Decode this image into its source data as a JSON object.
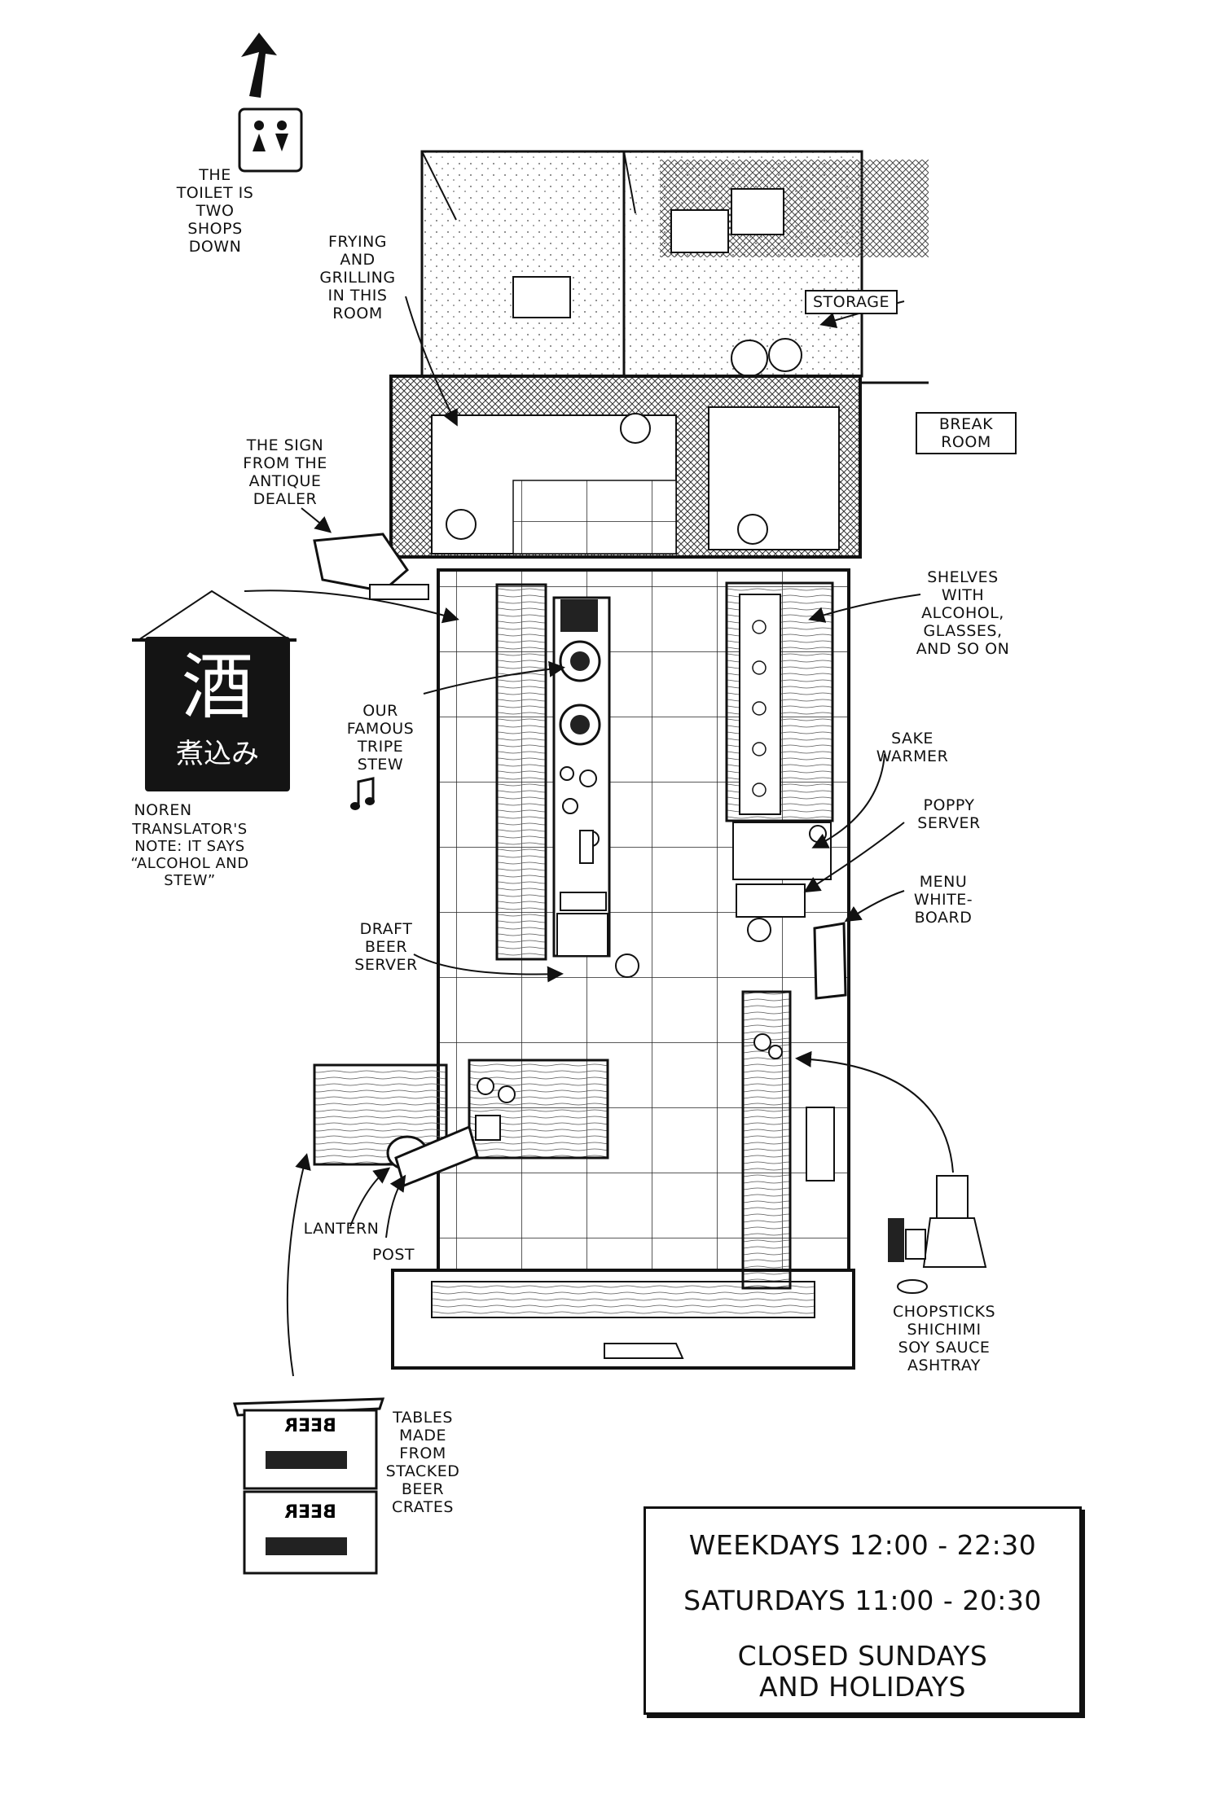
{
  "labels": {
    "toilet": "THE\nTOILET IS\nTWO\nSHOPS\nDOWN",
    "frying": "FRYING\nAND\nGRILLING\nIN THIS\nROOM",
    "storage": "STORAGE",
    "break_room": "BREAK\nROOM",
    "sign": "THE SIGN\nFROM THE\nANTIQUE\nDEALER",
    "shelves": "SHELVES\nWITH\nALCOHOL,\nGLASSES,\nAND SO ON",
    "tripe_stew": "OUR\nFAMOUS\nTRIPE\nSTEW",
    "sake_warmer": "SAKE\nWARMER",
    "poppy_server": "POPPY\nSERVER",
    "menu_whiteboard": "MENU\nWHITE-\nBOARD",
    "noren": "NOREN",
    "translator_note": "TRANSLATOR'S\nNOTE: IT SAYS\n“ALCOHOL AND\nSTEW”",
    "draft_beer": "DRAFT\nBEER\nSERVER",
    "lantern": "LANTERN",
    "post": "POST",
    "condiments": "CHOPSTICKS\nSHICHIMI\nSOY SAUCE\nASHTRAY",
    "crate_tables": "TABLES\nMADE\nFROM\nSTACKED\nBEER\nCRATES"
  },
  "noren_sign": {
    "big": "酒",
    "small": "煮込み"
  },
  "crate_print": "BEER",
  "hours": {
    "weekdays": "WEEKDAYS 12:00 - 22:30",
    "saturdays": "SATURDAYS 11:00 - 20:30",
    "closed": "CLOSED SUNDAYS\nAND HOLIDAYS"
  },
  "icons": [
    "up-arrow-icon",
    "restroom-icon",
    "music-note-icon"
  ]
}
